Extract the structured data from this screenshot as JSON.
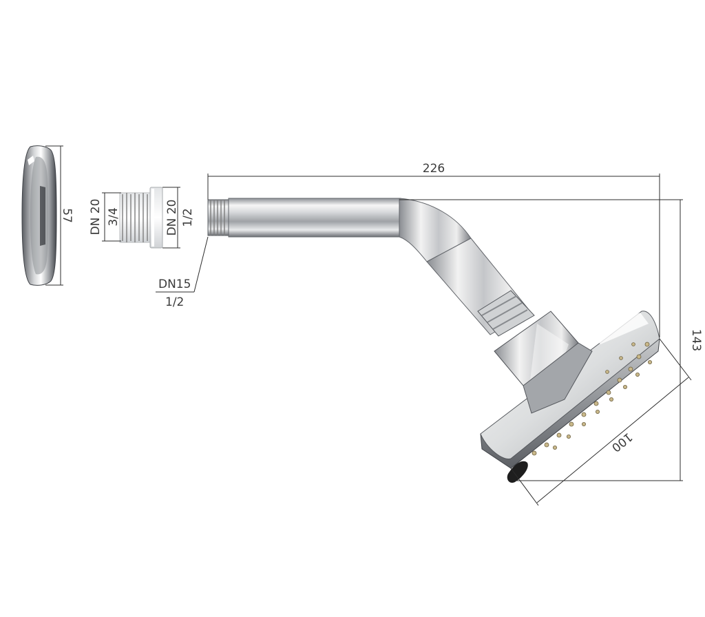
{
  "labels": {
    "flange_diameter": "57",
    "adapter_left_top": "DN 20",
    "adapter_left_bottom": "3/4",
    "adapter_right_top": "DN 20",
    "adapter_right_bottom": "1/2",
    "arm_thread_top": "DN15",
    "arm_thread_bottom": "1/2",
    "total_length": "226",
    "total_height": "143",
    "head_diameter": "100"
  },
  "colors": {
    "chrome_light": "#f4f4f4",
    "chrome_mid": "#b9bcbf",
    "chrome_dark": "#4a4d52",
    "plastic_white": "#fdfdfd",
    "dimension_line": "#2b2b2b",
    "nozzle_brass": "#c9b88a",
    "lever_black": "#1e1e1e"
  }
}
